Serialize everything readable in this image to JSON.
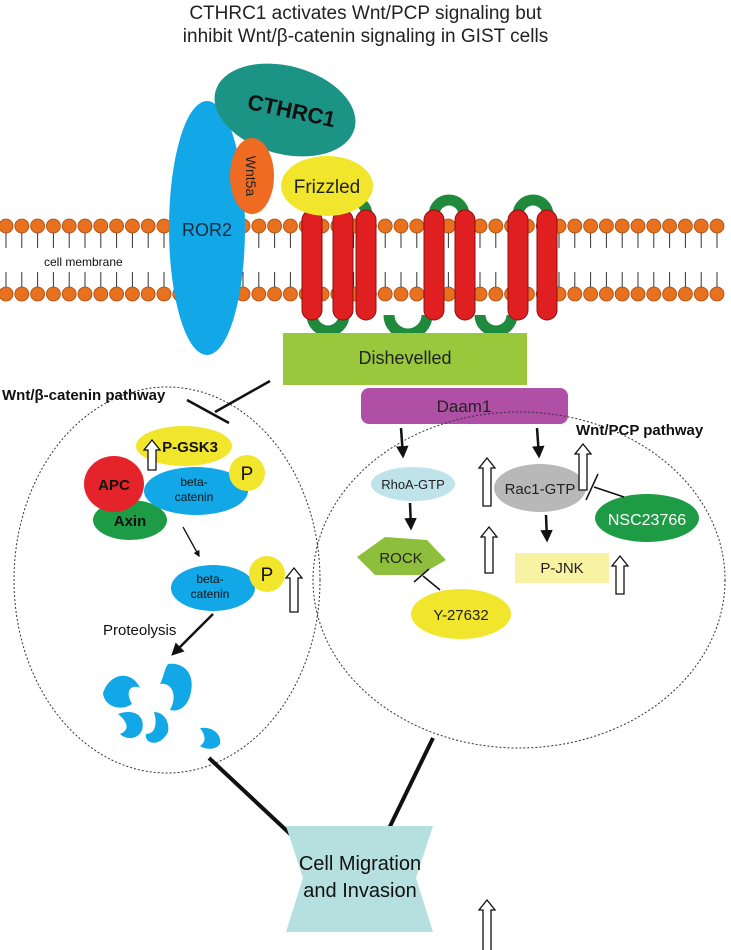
{
  "title": {
    "line1": "CTHRC1 activates Wnt/PCP signaling but",
    "line2": "inhibit Wnt/β-catenin signaling in GIST cells"
  },
  "membrane": {
    "label": "cell membrane"
  },
  "receptors": {
    "cthrc1": "CTHRC1",
    "wnt5a": "Wnt5a",
    "ror2": "ROR2",
    "frizzled": "Frizzled"
  },
  "dishevelled": "Dishevelled",
  "daam1": "Daam1",
  "beta_catenin_pathway": {
    "label": "Wnt/β-catenin pathway",
    "p_gsk3": "P-GSK3",
    "apc": "APC",
    "axin": "Axin",
    "beta_catenin_complex": [
      "beta-",
      "catenin"
    ],
    "phospho": "P",
    "beta_catenin_free": [
      "beta-",
      "catenin"
    ],
    "proteolysis": "Proteolysis"
  },
  "pcp_pathway": {
    "label": "Wnt/PCP pathway",
    "rhoa": "RhoA-GTP",
    "rock": "ROCK",
    "y27632": "Y-27632",
    "rac1": "Rac1-GTP",
    "nsc23766": "NSC23766",
    "pjnk": "P-JNK"
  },
  "outcome": {
    "line1": "Cell Migration",
    "line2": "and Invasion"
  },
  "colors": {
    "membrane_head": "#e8711f",
    "frizzled_red": "#e02020",
    "loop_green": "#1f8a3c",
    "ror2_blue": "#12a7e6",
    "cthrc1_teal": "#1c9485",
    "wnt5a_orange": "#ef6b22",
    "frizzled_yellow": "#f2e62c",
    "dishevelled_green": "#99c83c",
    "daam1_purple": "#b04fa6",
    "apc_red": "#e5232b",
    "axin_green": "#1e9b45",
    "rhoa_lightblue": "#bfe3ea",
    "rac1_gray": "#b8b8b8",
    "pjnk_paleyellow": "#f7f3a2",
    "outcome_teal": "#b6dfe0"
  }
}
